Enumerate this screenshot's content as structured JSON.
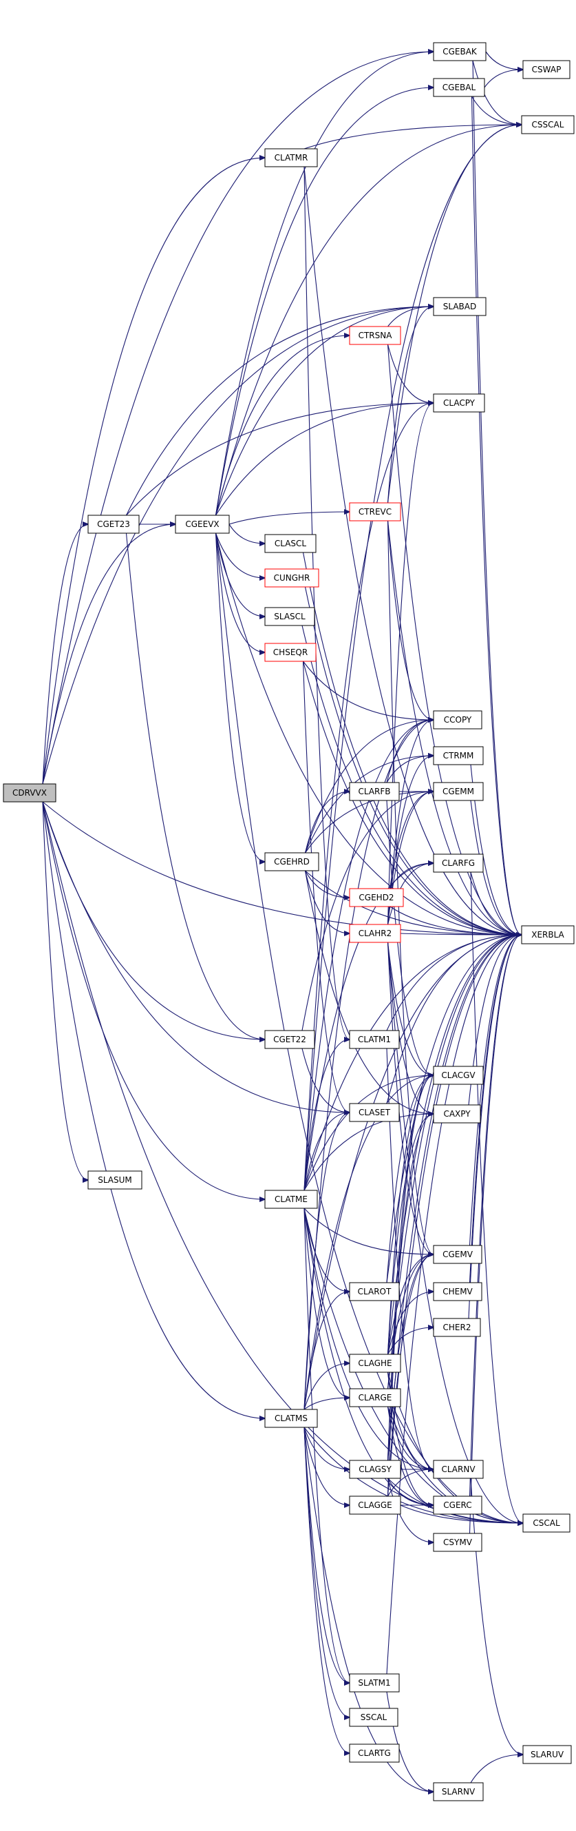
{
  "title": "CDRVVX call graph",
  "colors": {
    "edge": "#191970",
    "node_border": "#000000",
    "warn_border": "#ff0000",
    "root_fill": "#bfbfbf"
  },
  "nodes": {
    "CDRVVX": "CDRVVX",
    "CGET23": "CGET23",
    "SLASUM": "SLASUM",
    "CGEEVX": "CGEEVX",
    "CLATMR": "CLATMR",
    "CGET22": "CGET22",
    "CLATME": "CLATME",
    "CLATMS": "CLATMS",
    "CGEBAK": "CGEBAK",
    "CGEBAL": "CGEBAL",
    "CSWAP": "CSWAP",
    "CSSCAL": "CSSCAL",
    "SLABAD": "SLABAD",
    "CTRSNA": "CTRSNA",
    "CLACPY": "CLACPY",
    "CTREVC": "CTREVC",
    "CLASCL": "CLASCL",
    "CUNGHR": "CUNGHR",
    "SLASCL": "SLASCL",
    "CHSEQR": "CHSEQR",
    "CCOPY": "CCOPY",
    "CTRMM": "CTRMM",
    "CLARFB": "CLARFB",
    "CGEMM": "CGEMM",
    "CGEHRD": "CGEHRD",
    "CLARFG": "CLARFG",
    "CGEHD2": "CGEHD2",
    "CLAHR2": "CLAHR2",
    "XERBLA": "XERBLA",
    "CLATM1": "CLATM1",
    "CLACGV": "CLACGV",
    "CLASET": "CLASET",
    "CAXPY": "CAXPY",
    "CGEMV": "CGEMV",
    "CLAROT": "CLAROT",
    "CHEMV": "CHEMV",
    "CHER2": "CHER2",
    "CLAGHE": "CLAGHE",
    "CLARGE": "CLARGE",
    "CLAGSY": "CLAGSY",
    "CLARNV": "CLARNV",
    "CLAGGE": "CLAGGE",
    "CGERC": "CGERC",
    "CSCAL": "CSCAL",
    "CSYMV": "CSYMV",
    "SLATM1": "SLATM1",
    "SSCAL": "SSCAL",
    "CLARTG": "CLARTG",
    "SLARUV": "SLARUV",
    "SLARNV": "SLARNV"
  }
}
